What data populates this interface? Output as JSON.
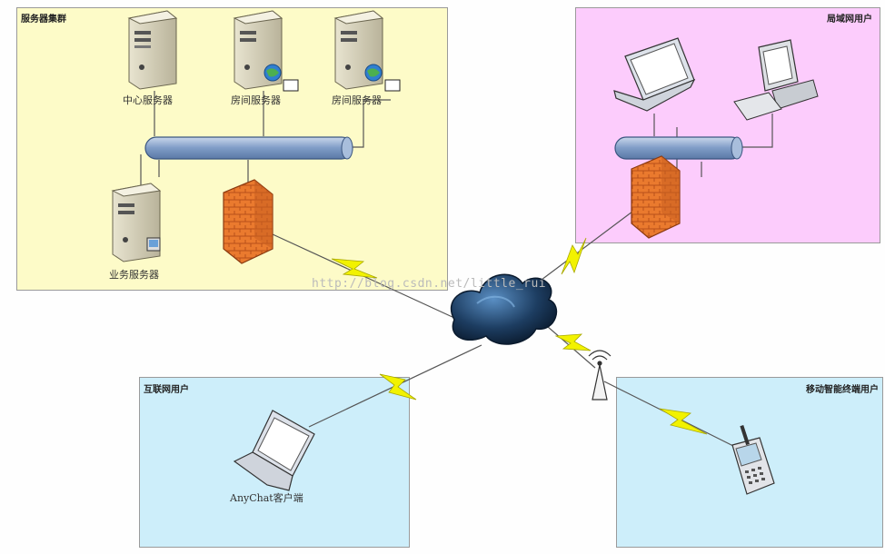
{
  "colors": {
    "server_zone": "#fdfbc8",
    "lan_zone": "#fcccfc",
    "internet_zone": "#cdeefa",
    "mobile_zone": "#cdeefa",
    "bus": "#8ea9cd",
    "firewall": "#e8702a",
    "lightning": "#f2f200",
    "cloud": "#1d3d61"
  },
  "zones": {
    "server": {
      "title": "服务器集群"
    },
    "lan": {
      "title": "局域网用户"
    },
    "internet": {
      "title": "互联网用户"
    },
    "mobile": {
      "title": "移动智能终端用户"
    }
  },
  "nodes": {
    "central_server": "中心服务器",
    "room_server_1": "房间服务器",
    "room_server_2": "房间服务器",
    "business_server": "业务服务器",
    "anychat_client": "AnyChat客户端"
  },
  "watermark": "http://blog.csdn.net/little_rui",
  "icons": [
    "server-icon",
    "firewall-icon",
    "network-bus-icon",
    "cloud-icon",
    "laptop-icon",
    "desktop-icon",
    "antenna-icon",
    "mobile-phone-icon",
    "lightning-icon",
    "globe-icon"
  ]
}
